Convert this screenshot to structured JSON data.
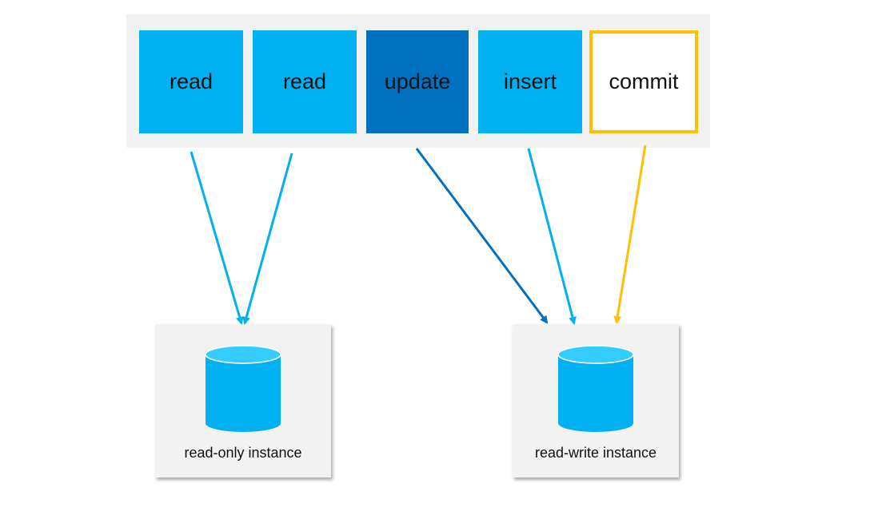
{
  "operations": [
    {
      "label": "read",
      "color": "#00b0f0",
      "target": "read-only"
    },
    {
      "label": "read",
      "color": "#00b0f0",
      "target": "read-only"
    },
    {
      "label": "update",
      "color": "#0070c0",
      "target": "read-write"
    },
    {
      "label": "insert",
      "color": "#00b0f0",
      "target": "read-write"
    },
    {
      "label": "commit",
      "color": "#ffffff",
      "border_color": "#ffc000",
      "target": "read-write"
    }
  ],
  "instances": {
    "read_only": {
      "label": "read-only instance",
      "icon": "database-icon"
    },
    "read_write": {
      "label": "read-write instance",
      "icon": "database-icon"
    }
  },
  "colors": {
    "read_arrow": "#00b0f0",
    "update_arrow": "#0070c0",
    "commit_arrow": "#ffc000",
    "cylinder_body": "#00b0f0",
    "cylinder_top": "#33ccff",
    "panel_bg": "#f2f2f2"
  }
}
